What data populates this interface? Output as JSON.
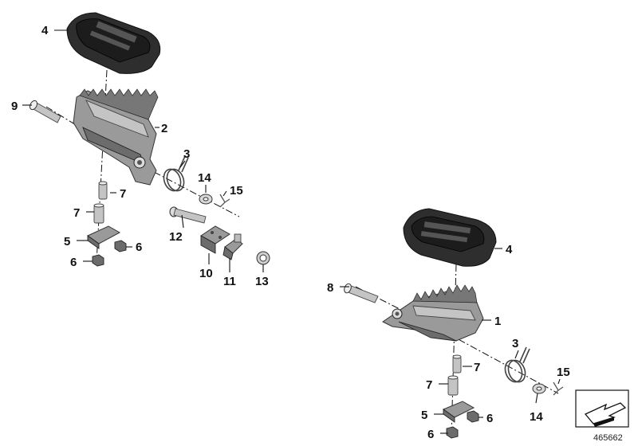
{
  "diagram": {
    "id": "465662",
    "callouts": [
      "1",
      "2",
      "3",
      "4",
      "5",
      "6",
      "7",
      "8",
      "9",
      "10",
      "11",
      "12",
      "13",
      "14",
      "15"
    ]
  },
  "colors": {
    "rubber": "#2e2e2e",
    "metal": "#9a9a9a",
    "line": "#111111"
  },
  "icons": {
    "orientation-arrow": "arrow-icon"
  }
}
